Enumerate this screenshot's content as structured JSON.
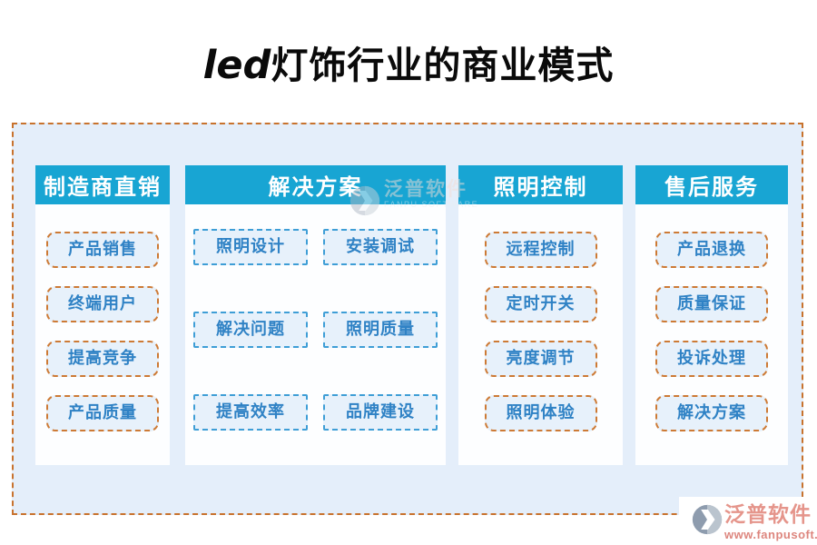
{
  "page": {
    "title": {
      "latin": "led",
      "cjk": "灯饰行业的商业模式"
    }
  },
  "columns": [
    {
      "header": "制造商直销",
      "box_style": "orange-dashed-rounded",
      "items": [
        "产品销售",
        "终端用户",
        "提高竞争",
        "产品质量"
      ]
    },
    {
      "header": "解决方案",
      "box_style": "blue-dashed-square",
      "items": [
        "照明设计",
        "安装调试",
        "解决问题",
        "照明质量",
        "提高效率",
        "品牌建设"
      ]
    },
    {
      "header": "照明控制",
      "box_style": "orange-dashed-rounded",
      "items": [
        "远程控制",
        "定时开关",
        "亮度调节",
        "照明体验"
      ]
    },
    {
      "header": "售后服务",
      "box_style": "orange-dashed-rounded",
      "items": [
        "产品退换",
        "质量保证",
        "投诉处理",
        "解决方案"
      ]
    }
  ],
  "watermark": {
    "brand": "泛普软件",
    "sub": "FANPU SOFTWARE",
    "icon": "fanpu-logo-icon"
  },
  "footer": {
    "brand": "泛普软件",
    "url": "www.fanpusoft.com",
    "icon": "fanpu-logo-icon"
  },
  "colors": {
    "header_bg": "#18a5d3",
    "board_bg": "#e4eefa",
    "board_border": "#c8722d",
    "panel_bg": "#fdfeff",
    "item_bg": "#e7f1fb",
    "item_text": "#2f82c5",
    "item_border_orange": "#cd7a35",
    "item_border_blue": "#3e9ed6",
    "logo_text": "#e5958b",
    "title_text": "#0a0a0a"
  }
}
